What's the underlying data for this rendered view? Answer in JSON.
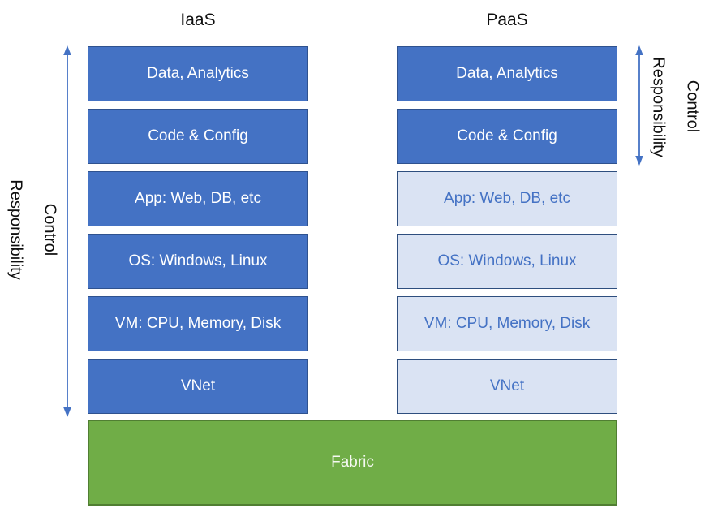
{
  "colors": {
    "dark-fill": "#4472C4",
    "dark-border": "#2F528F",
    "dark-text": "#FFFFFF",
    "light-fill": "#DAE3F3",
    "light-border": "#2E4E7E",
    "light-text": "#4472C4",
    "green-fill": "#70AD47",
    "green-border": "#507E32",
    "arrow": "#4472C4",
    "label-text": "#0F0F0F"
  },
  "columns": [
    {
      "title": "IaaS",
      "boxes": [
        {
          "label": "Data, Analytics",
          "variant": "dark"
        },
        {
          "label": "Code & Config",
          "variant": "dark"
        },
        {
          "label": "App: Web, DB, etc",
          "variant": "dark"
        },
        {
          "label": "OS: Windows, Linux",
          "variant": "dark"
        },
        {
          "label": "VM: CPU, Memory, Disk",
          "variant": "dark"
        },
        {
          "label": "VNet",
          "variant": "dark"
        }
      ]
    },
    {
      "title": "PaaS",
      "boxes": [
        {
          "label": "Data, Analytics",
          "variant": "dark"
        },
        {
          "label": "Code & Config",
          "variant": "dark"
        },
        {
          "label": "App: Web, DB, etc",
          "variant": "light"
        },
        {
          "label": "OS: Windows, Linux",
          "variant": "light"
        },
        {
          "label": "VM: CPU, Memory, Disk",
          "variant": "light"
        },
        {
          "label": "VNet",
          "variant": "light"
        }
      ]
    }
  ],
  "fabric": {
    "label": "Fabric"
  },
  "left_axis": {
    "responsibility": "Responsibility",
    "control": "Control"
  },
  "right_axis": {
    "responsibility": "Responsibility",
    "control": "Control"
  }
}
